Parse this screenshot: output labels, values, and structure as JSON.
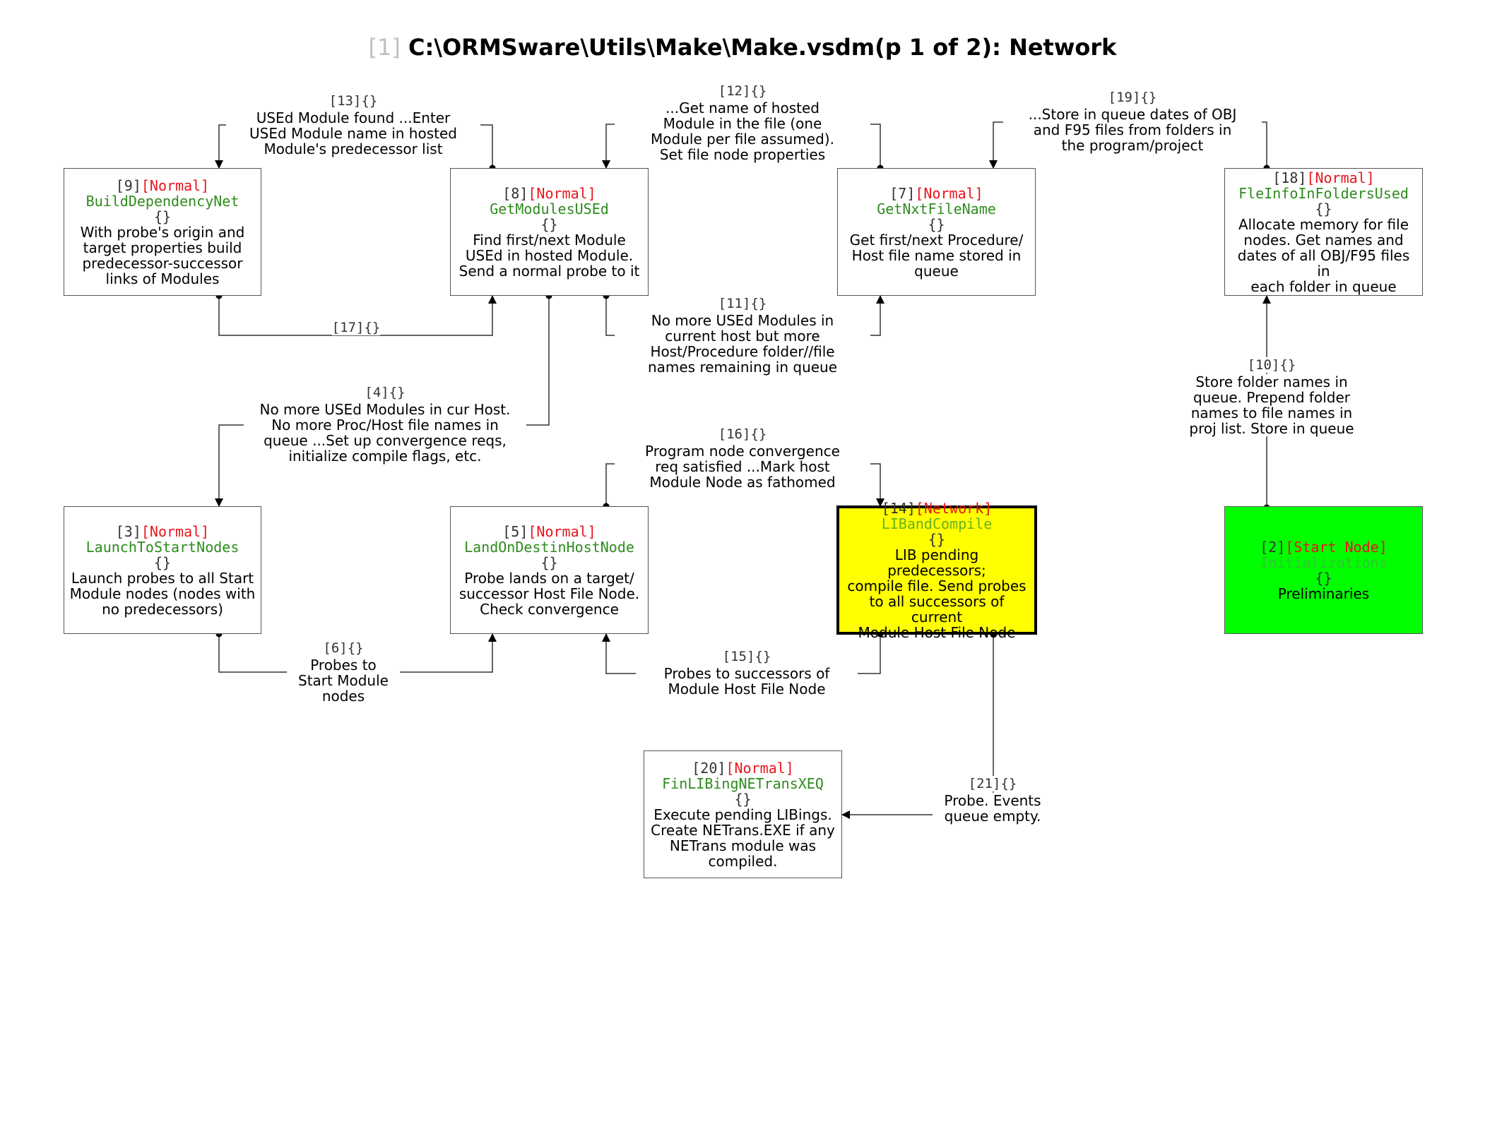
{
  "title": {
    "num": "[1]",
    "text": "C:\\ORMSware\\Utils\\Make\\Make.vsdm(p 1 of 2): Network"
  },
  "nodes": [
    {
      "id": "[9]",
      "kind": "[Normal]",
      "fn": "BuildDependencyNet",
      "braces": "{}",
      "desc": [
        "With probe's origin and",
        "target properties build",
        "predecessor-successor",
        "links of Modules"
      ]
    },
    {
      "id": "[8]",
      "kind": "[Normal]",
      "fn": "GetModulesUSEd",
      "braces": "{}",
      "desc": [
        "Find first/next Module",
        "USEd in hosted Module.",
        "Send a normal probe to it"
      ]
    },
    {
      "id": "[7]",
      "kind": "[Normal]",
      "fn": "GetNxtFileName",
      "braces": "{}",
      "desc": [
        "Get first/next Procedure/",
        "Host file name stored in",
        "queue"
      ]
    },
    {
      "id": "[18]",
      "kind": "[Normal]",
      "fn": "FleInfoInFoldersUsed",
      "braces": "{}",
      "desc": [
        "Allocate memory for file",
        "nodes. Get names and",
        "dates of all OBJ/F95 files in",
        "each folder in queue"
      ]
    },
    {
      "id": "[3]",
      "kind": "[Normal]",
      "fn": "LaunchToStartNodes",
      "braces": "{}",
      "desc": [
        "Launch probes to all Start",
        "Module nodes (nodes with",
        "no predecessors)"
      ]
    },
    {
      "id": "[5]",
      "kind": "[Normal]",
      "fn": "LandOnDestinHostNode",
      "braces": "{}",
      "desc": [
        "Probe lands on a target/",
        "successor Host File Node.",
        "Check convergence"
      ]
    },
    {
      "id": "[14]",
      "kind": "[Network]",
      "fn": "LIBandCompile",
      "braces": "{}",
      "desc": [
        "LIB pending predecessors;",
        "compile file. Send probes",
        "to all successors of current",
        "Module Host File Node"
      ]
    },
    {
      "id": "[2]",
      "kind": "[Start Node]",
      "fn": "Initializations",
      "braces": "{}",
      "desc": [
        "Preliminaries"
      ]
    },
    {
      "id": "[20]",
      "kind": "[Normal]",
      "fn": "FinLIBingNETransXEQ",
      "braces": "{}",
      "desc": [
        "Execute pending LIBings.",
        "Create NETrans.EXE if any",
        "NETrans module was",
        "compiled."
      ]
    }
  ],
  "edges": [
    {
      "id": "[13]",
      "braces": "{}",
      "text": [
        "USEd Module found ...Enter",
        "USEd Module name in hosted",
        "Module's predecessor list"
      ]
    },
    {
      "id": "[12]",
      "braces": "{}",
      "text": [
        "...Get name of hosted",
        "Module in the file (one",
        "Module per file assumed).",
        "Set file node properties"
      ]
    },
    {
      "id": "[19]",
      "braces": "{}",
      "text": [
        "...Store in queue dates of OBJ",
        "and F95 files from folders in",
        "the program/project"
      ]
    },
    {
      "id": "[17]",
      "braces": "{}",
      "text": []
    },
    {
      "id": "[11]",
      "braces": "{}",
      "text": [
        "No more USEd Modules in",
        "current host but more",
        "Host/Procedure folder//file",
        "names remaining in queue"
      ]
    },
    {
      "id": "[10]",
      "braces": "{}",
      "text": [
        "Store folder names in",
        "queue. Prepend folder",
        "names to file names in",
        "proj list. Store in queue"
      ]
    },
    {
      "id": "[4]",
      "braces": "{}",
      "text": [
        "No more USEd Modules in cur Host.",
        "No more Proc/Host file names in",
        "queue ...Set up convergence reqs,",
        "initialize compile flags, etc."
      ]
    },
    {
      "id": "[16]",
      "braces": "{}",
      "text": [
        "Program node convergence",
        "req satisfied ...Mark host",
        "Module Node as fathomed"
      ]
    },
    {
      "id": "[6]",
      "braces": "{}",
      "text": [
        "Probes to",
        "Start Module",
        "nodes"
      ]
    },
    {
      "id": "[15]",
      "braces": "{}",
      "text": [
        "Probes to successors of",
        "Module Host File Node"
      ]
    },
    {
      "id": "[21]",
      "braces": "{}",
      "text": [
        "Probe. Events",
        "queue empty."
      ]
    }
  ],
  "colors": {
    "start_node_fill": "#00ff00",
    "network_node_fill": "#ffff00",
    "kind_text": "#e8141c",
    "function_text": "#2e8b1e"
  }
}
